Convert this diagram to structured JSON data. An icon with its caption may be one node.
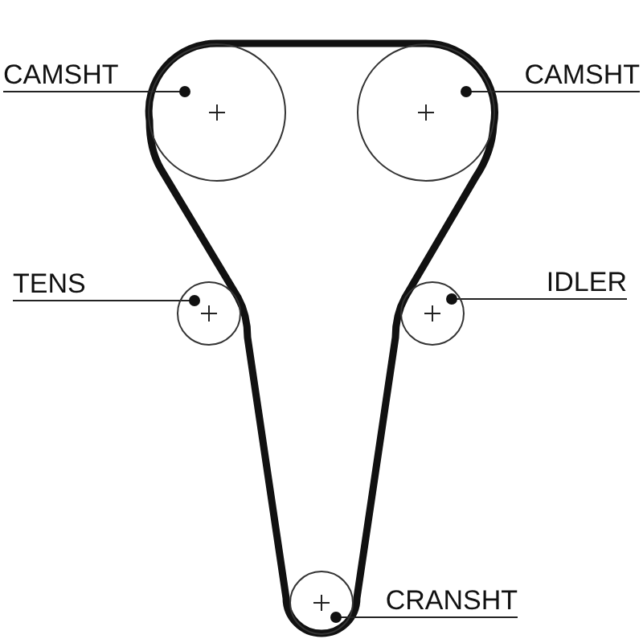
{
  "diagram": {
    "nodes": [
      {
        "text": [
          "CAMSHT"
        ]
      },
      {
        "text": [],
        "shape": "circle"
      },
      {
        "text": [
          "CAMSHT"
        ]
      },
      {
        "text": [],
        "shape": "circle"
      },
      {
        "text": [
          "TENS"
        ]
      },
      {
        "text": [],
        "shape": "circle"
      },
      {
        "text": [
          "IDLER"
        ]
      },
      {
        "text": [],
        "shape": "circle"
      },
      {
        "text": [],
        "shape": "circle"
      },
      {
        "text": [
          "CRANSHT"
        ]
      }
    ],
    "edges": [
      {
        "from": 0,
        "to": 1,
        "arrow": "other"
      },
      {
        "from": 2,
        "to": 3,
        "arrow": "other"
      },
      {
        "from": 4,
        "to": 5,
        "arrow": "other"
      },
      {
        "from": 6,
        "to": 7,
        "arrow": "other"
      },
      {
        "from": 9,
        "to": 8,
        "arrow": "other"
      }
    ]
  }
}
